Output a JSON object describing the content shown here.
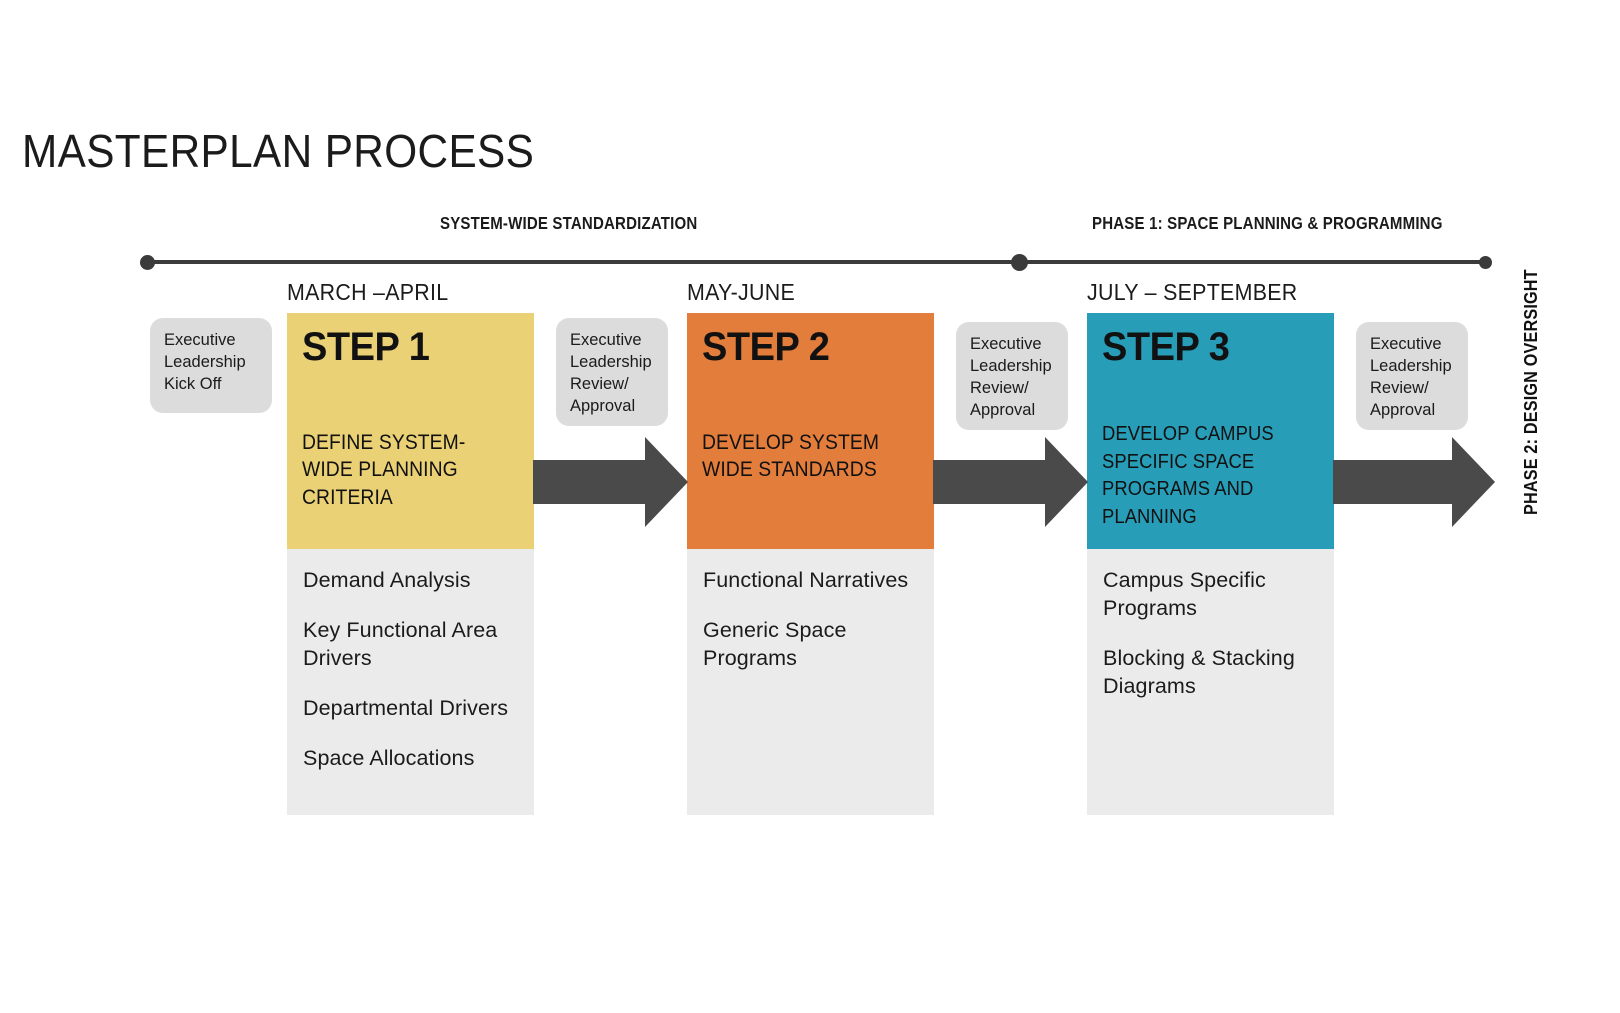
{
  "page": {
    "title": "MASTERPLAN PROCESS"
  },
  "timeline": {
    "phases": [
      {
        "label": "SYSTEM-WIDE STANDARDIZATION"
      },
      {
        "label": "PHASE 1: SPACE PLANNING & PROGRAMMING"
      }
    ],
    "vertical_phase": "PHASE 2:  DESIGN OVERSIGHT",
    "dots": 3
  },
  "columns": [
    {
      "month": "MARCH –APRIL",
      "step_number": "STEP 1",
      "description": "DEFINE SYSTEM-WIDE PLANNING CRITERIA",
      "color": "#EBD175",
      "bullets": [
        "Demand Analysis",
        "Key Functional Area Drivers",
        "Departmental Drivers",
        "Space Allocations"
      ]
    },
    {
      "month": "MAY-JUNE",
      "step_number": "STEP 2",
      "description": "DEVELOP SYSTEM WIDE STANDARDS",
      "color": "#E37D3B",
      "bullets": [
        "Functional Narratives",
        "Generic Space Programs"
      ]
    },
    {
      "month": "JULY – SEPTEMBER",
      "step_number": "STEP 3",
      "description": "DEVELOP CAMPUS SPECIFIC SPACE PROGRAMS AND PLANNING",
      "color": "#279DB8",
      "bullets": [
        "Campus Specific Programs",
        "Blocking & Stacking Diagrams"
      ]
    }
  ],
  "notes": [
    {
      "text": "Executive Leadership Kick Off"
    },
    {
      "text": "Executive Leadership Review/ Approval"
    },
    {
      "text": "Executive Leadership Review/ Approval"
    },
    {
      "text": "Executive Leadership Review/ Approval"
    }
  ],
  "colors": {
    "step1": "#EBD175",
    "step2": "#E37D3B",
    "step3": "#279DB8",
    "arrow": "#4A4A4A",
    "body_panel": "#EBEBEB",
    "note_badge": "#DCDCDC",
    "timeline": "#3B3B3B",
    "background": "#FFFFFF"
  },
  "icons": {
    "arrow_right": "arrow-right-icon",
    "timeline_dot": "timeline-dot-icon"
  }
}
